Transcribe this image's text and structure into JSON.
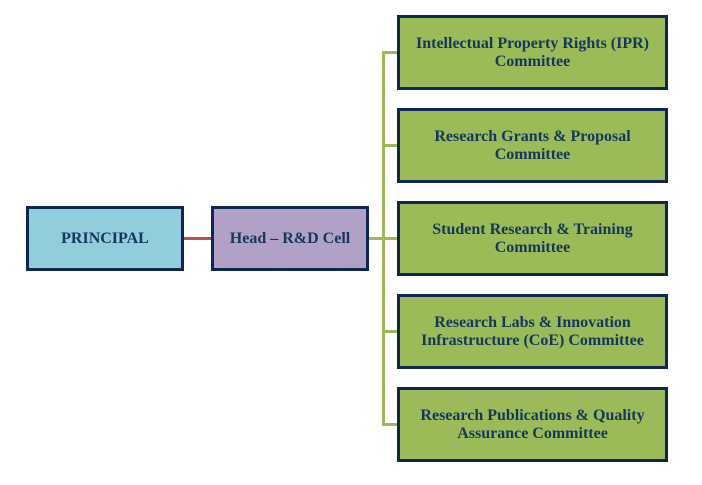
{
  "principal": {
    "label": "PRINCIPAL"
  },
  "head": {
    "label": "Head – R&D Cell"
  },
  "committees": [
    {
      "label": "Intellectual Property Rights (IPR) Committee"
    },
    {
      "label": "Research Grants & Proposal Committee"
    },
    {
      "label": "Student Research & Training Committee"
    },
    {
      "label": "Research Labs & Innovation Infrastructure (CoE) Committee"
    },
    {
      "label": "Research Publications & Quality Assurance Committee"
    }
  ],
  "colors": {
    "principal": "#92cddc",
    "head": "#b2a1c7",
    "committee": "#9bbb59",
    "red_connector": "#c0504d",
    "green_connector": "#9bbb59",
    "border": "#0f2652",
    "text": "#17365d"
  }
}
